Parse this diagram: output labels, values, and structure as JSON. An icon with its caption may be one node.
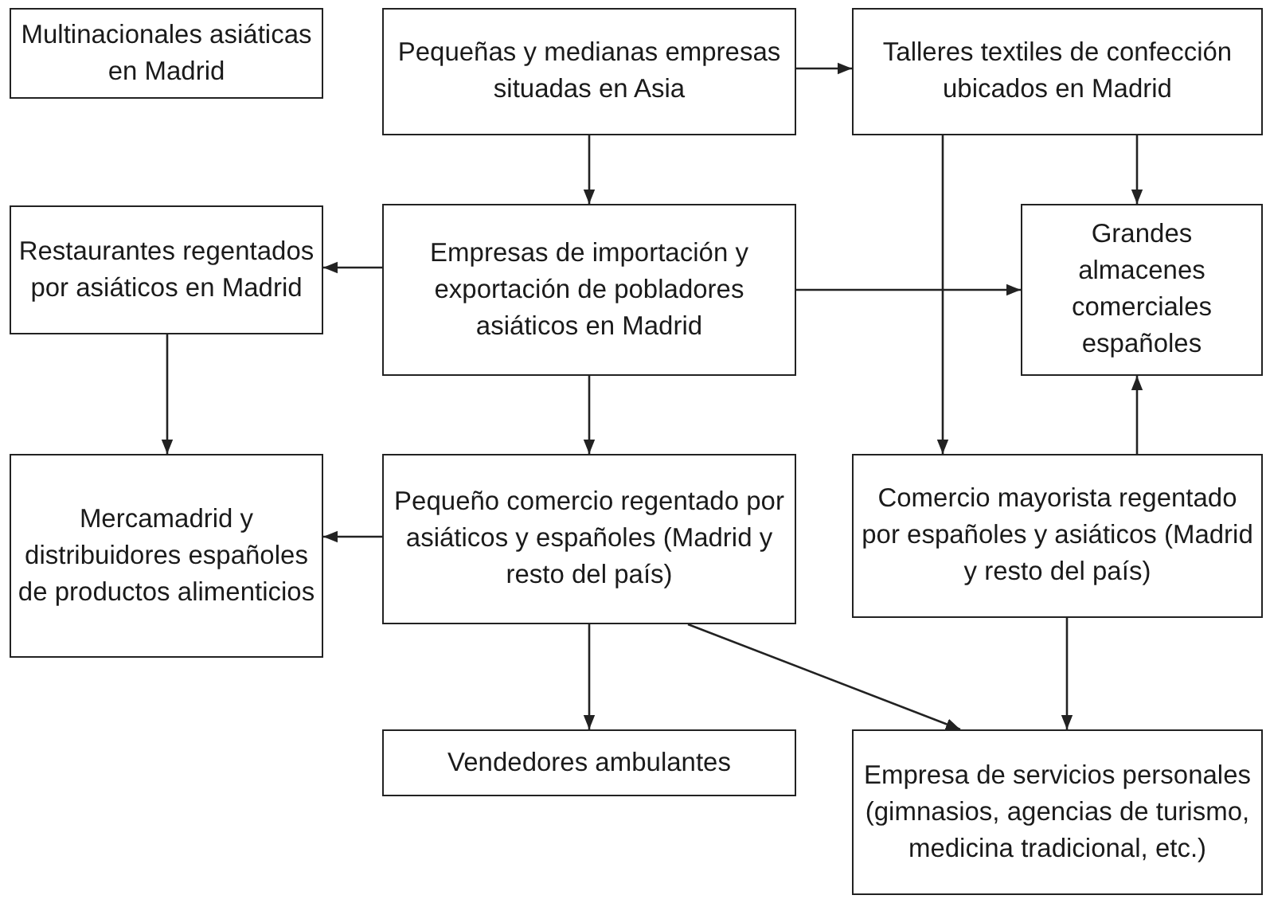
{
  "diagram": {
    "nodes": [
      {
        "text": [
          "Multinacionales asiáticas en Madrid"
        ]
      },
      {
        "text": [
          "Pequeñas y medianas empresas situadas en Asia"
        ]
      },
      {
        "text": [
          "Talleres textiles de confección ubicados en Madrid"
        ]
      },
      {
        "text": [
          "Restaurantes regentados por asiáticos en Madrid"
        ]
      },
      {
        "text": [
          "Empresas de importación y exportación de pobladores asiáticos en Madrid"
        ]
      },
      {
        "text": [
          "Grandes almacenes comerciales españoles"
        ]
      },
      {
        "text": [
          "Mercamadrid y distribuidores españoles de productos alimenticios"
        ]
      },
      {
        "text": [
          "Pequeño comercio regentado por asiáticos y españoles (Madrid y resto del país)"
        ]
      },
      {
        "text": [
          "Comercio mayorista regentado por españoles y asiáticos (Madrid y resto del país)"
        ]
      },
      {
        "text": [
          "Vendedores ambulantes"
        ]
      },
      {
        "text": [
          "Empresa de servicios personales (gimnasios, agencias de turismo, medicina tradicional, etc.)"
        ]
      }
    ],
    "edges": [
      {
        "from": 1,
        "to": 2,
        "arrow": "to"
      },
      {
        "from": 1,
        "to": 4,
        "arrow": "to"
      },
      {
        "from": 2,
        "to": 5,
        "arrow": "to"
      },
      {
        "from": 2,
        "to": 8,
        "arrow": "to"
      },
      {
        "from": 4,
        "to": 3,
        "arrow": "to"
      },
      {
        "from": 4,
        "to": 5,
        "arrow": "to"
      },
      {
        "from": 3,
        "to": 6,
        "arrow": "to"
      },
      {
        "from": 4,
        "to": 7,
        "arrow": "to"
      },
      {
        "from": 7,
        "to": 6,
        "arrow": "to"
      },
      {
        "from": 8,
        "to": 5,
        "arrow": "to"
      },
      {
        "from": 7,
        "to": 9,
        "arrow": "to"
      },
      {
        "from": 7,
        "to": 10,
        "arrow": "to"
      },
      {
        "from": 8,
        "to": 10,
        "arrow": "to"
      }
    ]
  }
}
